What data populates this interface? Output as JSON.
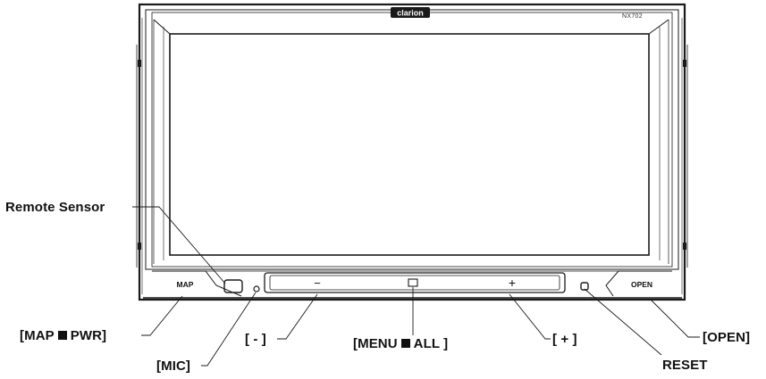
{
  "device": {
    "brand": "clarion",
    "model": "NX702",
    "button_labels": {
      "map": "MAP",
      "open": "OPEN"
    },
    "strip_symbols": {
      "minus": "−",
      "menu": "□",
      "plus": "+"
    }
  },
  "callouts": {
    "remote_sensor": "Remote Sensor",
    "map_pwr": {
      "left": "[MAP",
      "right": "PWR]"
    },
    "mic": "[MIC]",
    "minus": "[ - ]",
    "menu_all": {
      "left": "[MENU",
      "right": "ALL ]"
    },
    "plus": "[ + ]",
    "open": "[OPEN]",
    "reset": "RESET"
  },
  "colors": {
    "line": "#1a1a1a",
    "background": "#ffffff"
  }
}
